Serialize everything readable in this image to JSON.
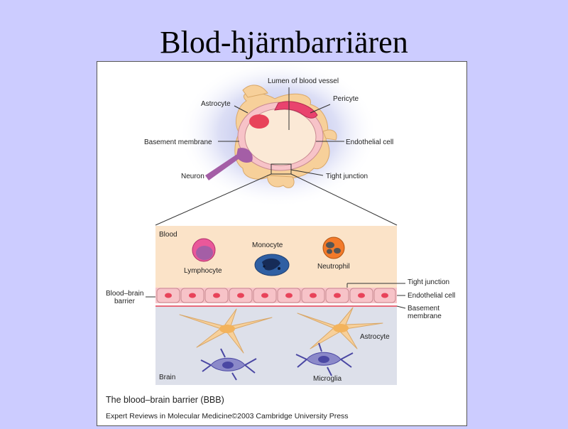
{
  "slide": {
    "title": "Blod-hjärnbarriären"
  },
  "figure": {
    "top_labels": {
      "lumen": "Lumen of blood vessel",
      "pericyte": "Pericyte",
      "astrocyte": "Astrocyte",
      "basement_membrane": "Basement membrane",
      "endothelial_cell": "Endothelial cell",
      "neuron": "Neuron",
      "tight_junction": "Tight junction"
    },
    "detail": {
      "blood": "Blood",
      "lymphocyte": "Lymphocyte",
      "monocyte": "Monocyte",
      "neutrophil": "Neutrophil",
      "bbb_line1": "Blood–brain",
      "bbb_line2": "barrier",
      "tight_junction": "Tight junction",
      "endothelial_cell": "Endothelial cell",
      "basement_line1": "Basement",
      "basement_line2": "membrane",
      "astrocyte": "Astrocyte",
      "brain": "Brain",
      "microglia": "Microglia"
    },
    "caption": "The blood–brain barrier (BBB)",
    "source": "Expert Reviews in Molecular Medicine©2003 Cambridge University Press"
  },
  "colors": {
    "slide_bg": "#ccccff",
    "blood_region": "#fbe3c8",
    "brain_region": "#dde0ea",
    "endothelium": "#f7c3c8",
    "nucleus": "#e8435a",
    "astrocyte": "#f7d09a",
    "pericyte": "#e9436e",
    "neuron": "#a45ea6",
    "microglia": "#4a47a3"
  }
}
